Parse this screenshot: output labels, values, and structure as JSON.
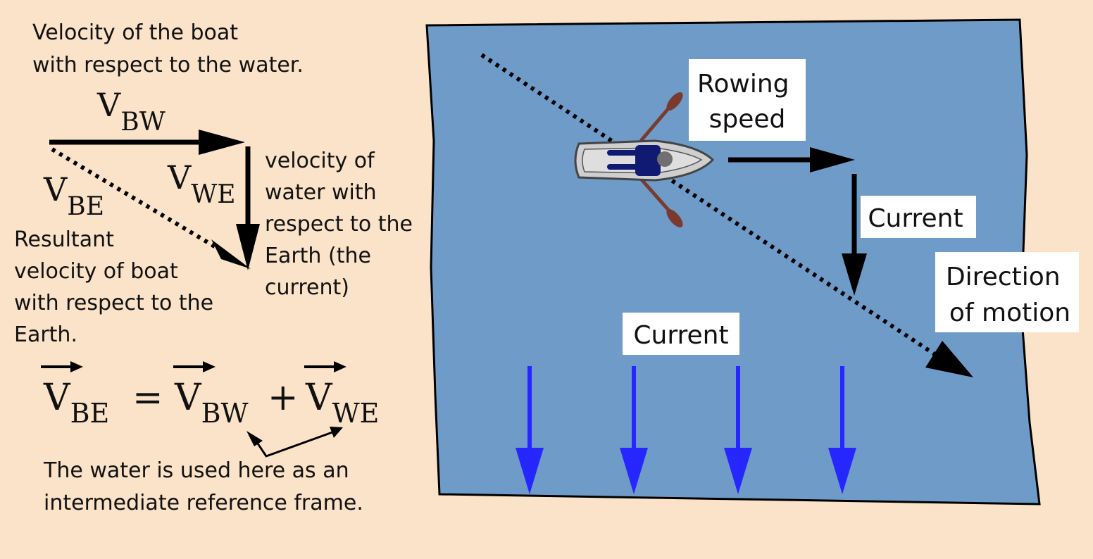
{
  "left_panel": {
    "vbw_caption": [
      "Velocity of the boat",
      "with respect to the water."
    ],
    "vbw_label": {
      "main": "V",
      "sub": "BW"
    },
    "vwe_label": {
      "main": "V",
      "sub": "WE"
    },
    "vbe_label": {
      "main": "V",
      "sub": "BE"
    },
    "vwe_caption": [
      "velocity of",
      "water with",
      "respect to the",
      "Earth (the",
      "current)"
    ],
    "vbe_caption": [
      "Resultant",
      "velocity of boat",
      "with respect to the",
      "Earth."
    ],
    "equation": {
      "term1": {
        "main": "V",
        "sub": "BE"
      },
      "equals": "=",
      "term2": {
        "main": "V",
        "sub": "BW"
      },
      "plus": "+",
      "term3": {
        "main": "V",
        "sub": "WE"
      }
    },
    "note": [
      "The water is used here as an",
      "intermediate reference frame."
    ]
  },
  "river": {
    "water_color": "#6f9bc9",
    "current_arrow_color": "#2626ff",
    "rowing_speed_label": [
      "Rowing",
      "speed"
    ],
    "current_label_top": "Current",
    "direction_label": [
      "Direction",
      "of motion"
    ],
    "current_label_bottom": "Current"
  }
}
